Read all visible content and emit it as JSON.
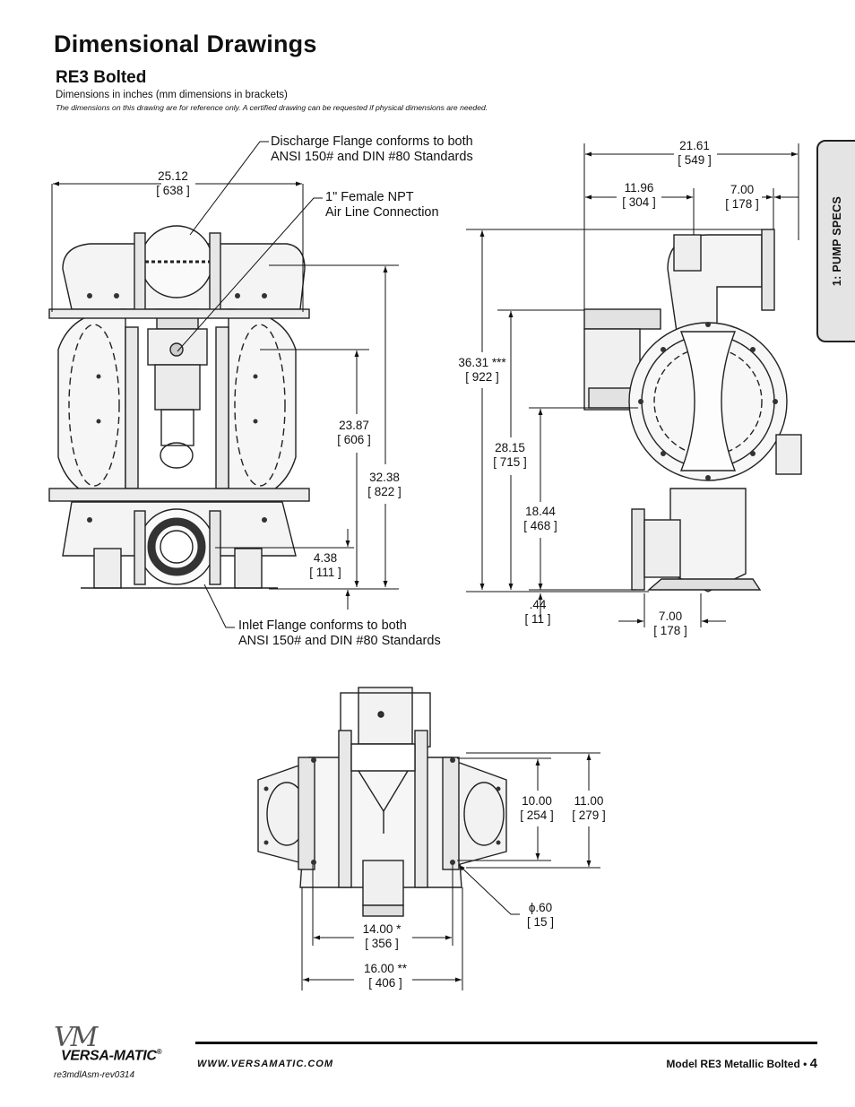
{
  "header": {
    "title": "Dimensional Drawings",
    "subtitle": "RE3 Bolted",
    "note_units": "Dimensions in inches (mm dimensions in brackets)",
    "note_reference": "The dimensions on this drawing are for reference only.  A certified drawing can be requested if physical dimensions are needed."
  },
  "side_tab": {
    "label": "1: PUMP SPECS"
  },
  "callouts": {
    "discharge_line1": "Discharge Flange conforms to both",
    "discharge_line2": "ANSI 150# and DIN #80 Standards",
    "airline_line1": "1\" Female NPT",
    "airline_line2": "Air Line Connection",
    "inlet_line1": "Inlet Flange conforms to both",
    "inlet_line2": "ANSI 150# and DIN #80 Standards"
  },
  "dimensions": {
    "front_width": {
      "in": "25.12",
      "mm": "[ 638 ]"
    },
    "front_h_2387": {
      "in": "23.87",
      "mm": "[ 606 ]"
    },
    "front_h_3238": {
      "in": "32.38",
      "mm": "[ 822 ]"
    },
    "front_h_438": {
      "in": "4.38",
      "mm": "[ 111 ]"
    },
    "side_width_2161": {
      "in": "21.61",
      "mm": "[ 549 ]"
    },
    "side_width_1196": {
      "in": "11.96",
      "mm": "[ 304 ]"
    },
    "side_width_700_top": {
      "in": "7.00",
      "mm": "[ 178 ]"
    },
    "side_h_3631": {
      "in": "36.31 ***",
      "mm": "[ 922 ]"
    },
    "side_h_2815": {
      "in": "28.15",
      "mm": "[ 715 ]"
    },
    "side_h_1844": {
      "in": "18.44",
      "mm": "[ 468 ]"
    },
    "side_h_044": {
      "in": ".44",
      "mm": "[ 11 ]"
    },
    "side_width_700_bottom": {
      "in": "7.00",
      "mm": "[ 178 ]"
    },
    "top_h_1000": {
      "in": "10.00",
      "mm": "[ 254 ]"
    },
    "top_h_1100": {
      "in": "11.00",
      "mm": "[ 279 ]"
    },
    "top_hole": {
      "in": "ϕ.60",
      "mm": "[ 15 ]"
    },
    "top_w_1400": {
      "in": "14.00 *",
      "mm": "[ 356 ]"
    },
    "top_w_1600": {
      "in": "16.00 **",
      "mm": "[ 406 ]"
    }
  },
  "footer": {
    "logo_mark": "VM",
    "logo_text": "VERSA-MATIC",
    "logo_reg": "®",
    "revision": "re3mdlAsm-rev0314",
    "website": "WWW.VERSAMATIC.COM",
    "model_label": "Model RE3 Metallic Bolted • ",
    "page_number": "4"
  }
}
